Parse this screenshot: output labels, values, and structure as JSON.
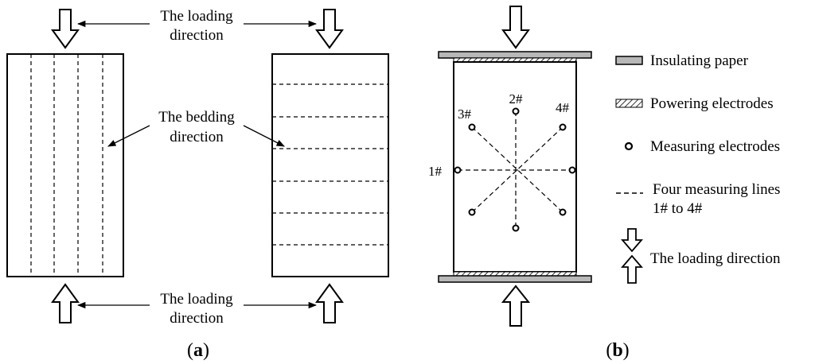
{
  "panel_a": {
    "caption": "(a)",
    "caption_letter": "a",
    "loading_top": [
      "The loading",
      "direction"
    ],
    "bedding": [
      "The bedding",
      "direction"
    ],
    "loading_bottom": [
      "The loading",
      "direction"
    ]
  },
  "panel_b": {
    "caption": "(b)",
    "caption_letter": "b",
    "electrode_labels": {
      "e1": "1#",
      "e2": "2#",
      "e3": "3#",
      "e4": "4#"
    },
    "legend": {
      "insulating_paper": "Insulating paper",
      "powering_electrodes": "Powering electrodes",
      "measuring_electrodes": "Measuring electrodes",
      "measuring_lines": [
        "Four measuring lines",
        "1# to 4#"
      ],
      "loading_direction": "The loading direction"
    }
  },
  "colors": {
    "insulating_paper_fill": "#b8b8b8",
    "line": "#000000"
  },
  "icons": [
    "down-arrow-icon",
    "up-arrow-icon",
    "hatch-swatch-icon",
    "circle-electrode-icon"
  ]
}
